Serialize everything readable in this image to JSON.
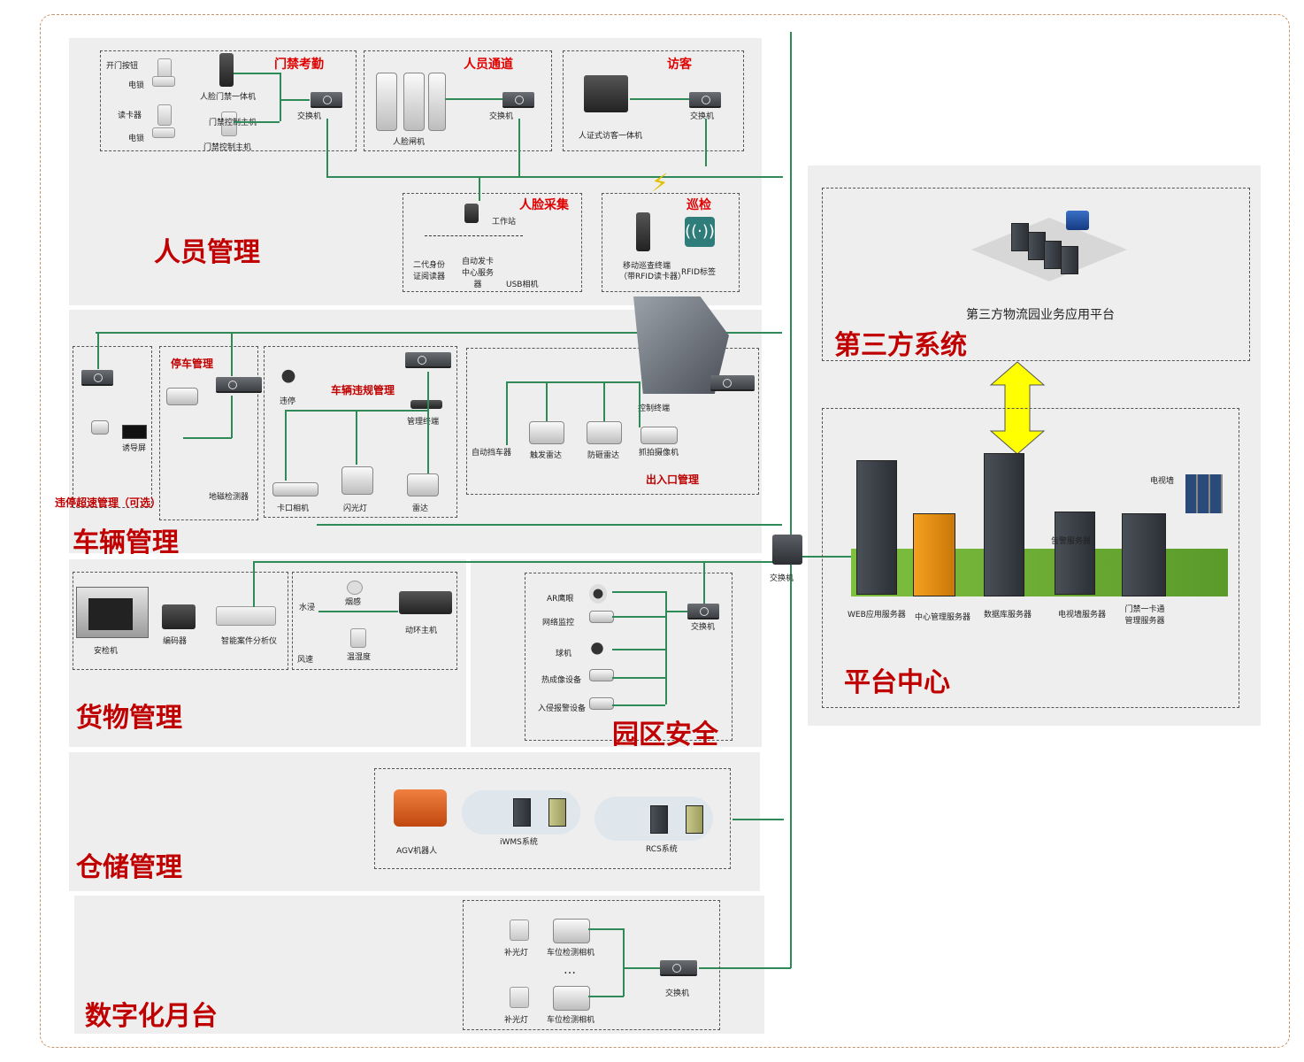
{
  "sections": {
    "personnel": "人员管理",
    "vehicle": "车辆管理",
    "cargo": "货物管理",
    "security": "园区安全",
    "warehouse": "仓储管理",
    "dock": "数字化月台",
    "third_party": "第三方系统",
    "platform": "平台中心"
  },
  "subsections": {
    "access": "门禁考勤",
    "channel": "人员通道",
    "visitor": "访客",
    "face_collect": "人脸采集",
    "patrol": "巡检",
    "parking": "停车管理",
    "violation": "车辆违规管理",
    "entrance": "出入口管理",
    "speeding": "违停超速管理（可选）"
  },
  "labels": {
    "switch": "交换机",
    "open_button": "开门按钮",
    "lock1": "电锁",
    "card_reader": "读卡器",
    "lock2": "电锁",
    "face_terminal": "人脸门禁一体机",
    "door_ctrl_a": "门禁控制主机",
    "door_ctrl_b": "门禁控制主机",
    "face_gate": "人脸闸机",
    "visitor_terminal": "人证式访客一体机",
    "workstation": "工作站",
    "id_reader": "二代身份证阅读器",
    "enroll": "自动发卡中心服务器",
    "usb_cam": "USB相机",
    "mobile_patrol": "移动巡查终端",
    "mobile_patrol_sub": "（带RFID读卡器）",
    "rfid": "RFID标签",
    "guide_screen": "诱导屏",
    "ground_detector": "地磁检测器",
    "violation_park": "违停",
    "mgmt_terminal": "管理终端",
    "bayonet_cam": "卡口相机",
    "flash": "闪光灯",
    "radar": "雷达",
    "auto_barrier": "自动挡车器",
    "trigger_radar": "触发雷达",
    "anti_smash_radar": "防砸雷达",
    "capture_cam": "抓拍摄像机",
    "ctrl_terminal": "控制终端",
    "xray": "安检机",
    "encoder": "编码器",
    "smart_analyzer": "智能案件分析仪",
    "water": "水浸",
    "smoke": "烟感",
    "wind": "风速",
    "temp": "温湿度",
    "env_host": "动环主机",
    "ar_eagle": "AR鹰眼",
    "net_monitor": "网络监控",
    "dome": "球机",
    "thermal": "热成像设备",
    "intrusion": "入侵报警设备",
    "agv": "AGV机器人",
    "iwms": "iWMS系统",
    "rcs": "RCS系统",
    "fill_light_1": "补光灯",
    "fill_light_2": "补光灯",
    "spot_cam_1": "车位检测相机",
    "spot_cam_2": "车位检测相机",
    "ellipsis": "…",
    "third_platform": "第三方物流园业务应用平台",
    "video_wall": "电视墙",
    "web_server": "WEB应用服务器",
    "center_server": "中心管理服务器",
    "db_server": "数据库服务器",
    "tvwall_server": "电视墙服务器",
    "card_server": "门禁一卡通管理服务器",
    "alarm_server": "告警服务器",
    "center_switch": "交换机"
  },
  "colors": {
    "title_red": "#c00000",
    "line_green": "#2e8b57",
    "panel_gray": "#eeeeee",
    "arrow_yellow": "#ffff00"
  }
}
